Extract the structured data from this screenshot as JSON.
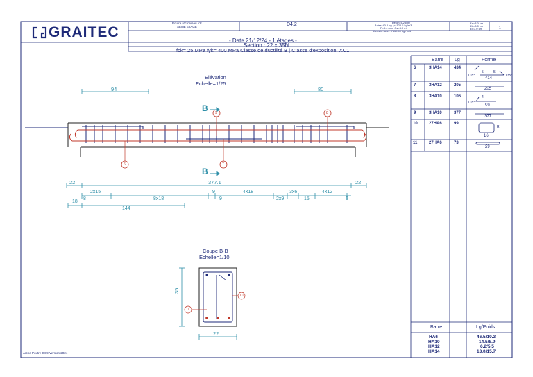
{
  "header": {
    "logo_text": "GRAITEC",
    "cell_element": "Poutre rdc-niveau rdc",
    "cell_level": "SEME ETAGE",
    "cell_code": "D4.2",
    "cell_materials_1": "Béton=C25/30",
    "cell_materials_2": "Acier=40.6 kg ;e=128.5 kg/m3",
    "cell_materials_3": "F=8.4 mm ;Cs=3.0 m²",
    "cell_materials_4": "Densité acier: 7850.00 kg / m3",
    "cell_cover_1": "Ea=3.0 cm",
    "cell_cover_2": "Eb=3.0 cm",
    "cell_cover_3": "El=3.0 cm",
    "sheet_number": "1",
    "sheet_total": "1",
    "date_line": "- Date 21/12/24 - 1 étages -",
    "section_line": "Section : 22 x 35hl",
    "material_line": "fck= 25 MPa fyk= 400 MPa Classe de ductilité B | Classe d'exposition: XC1"
  },
  "elevation": {
    "title": "Elévation",
    "scale": "Echelle=1/25",
    "dim_left": "94",
    "dim_right": "80",
    "section_marker": "B",
    "tag_top_left": "9",
    "tag_top_right": "8",
    "tag_bottom_left": "6",
    "tag_bottom_mid": "7",
    "dim_end_left": "22",
    "dim_total": "377.1",
    "dim_end_right": "22",
    "dim_a1": "2x15",
    "dim_a2": "8x18",
    "dim_a3": "9",
    "dim_a4": "4x18",
    "dim_a5": "3x6",
    "dim_a6": "4x12",
    "dim_b0": "18",
    "dim_b1": "8",
    "dim_b2": "9",
    "dim_b3": "2x9",
    "dim_b4": "15",
    "dim_b5": "6",
    "dim_c": "144"
  },
  "section": {
    "title": "Coupe B-B",
    "scale": "Echelle=1/10",
    "height": "35",
    "width": "22",
    "tag_left": "11",
    "tag_right": "10"
  },
  "schedule": {
    "headers": [
      "Barre",
      "Lg",
      "Forme"
    ],
    "rows": [
      {
        "num": "6",
        "bar": "3HA14",
        "lg": "434",
        "shape": "135° 414 135°",
        "dims": [
          "5",
          "5",
          "414"
        ]
      },
      {
        "num": "7",
        "bar": "3HA12",
        "lg": "205",
        "shape": "205"
      },
      {
        "num": "8",
        "bar": "3HA10",
        "lg": "106",
        "shape": "135° 99",
        "dims": [
          "4",
          "99"
        ]
      },
      {
        "num": "9",
        "bar": "3HA10",
        "lg": "377",
        "shape": "377"
      },
      {
        "num": "10",
        "bar": "27HA6",
        "lg": "99",
        "shape": "16 R",
        "dims": [
          "16"
        ]
      },
      {
        "num": "11",
        "bar": "27HA6",
        "lg": "73",
        "shape": "29",
        "dims": [
          "29"
        ]
      }
    ],
    "summary_headers": [
      "Barre",
      "Lg/Poids"
    ],
    "summary": [
      {
        "bar": "HA6",
        "value": "46.5/10.3"
      },
      {
        "bar": "HA10",
        "value": "14.5/8.9"
      },
      {
        "bar": "HA12",
        "value": "6.2/5.5"
      },
      {
        "bar": "HA14",
        "value": "13.0/15.7"
      }
    ]
  },
  "footer": {
    "software": "Arche Poutre GC9 Version 2024"
  }
}
